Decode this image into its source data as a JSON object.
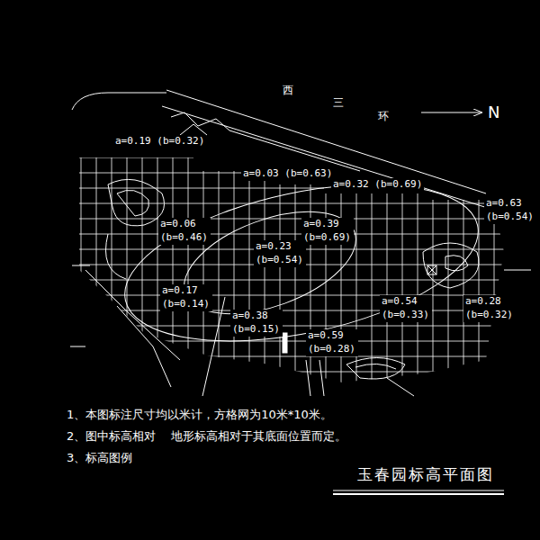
{
  "diagram": {
    "title": "玉春园标高平面图",
    "labels": [
      "西",
      "三",
      "环",
      "N",
      "a=0.19 (b=0.32)",
      "a=0.03 (b=0.63)",
      "a=0.32 (b=0.69)",
      "a=0.63 (b=0.54)",
      "a=0.06 (b=0.46)",
      "a=0.39 (b=0.69)",
      "a=0.23 (b=0.54)",
      "a=0.17 (b=0.14)",
      "a=0.38 (b=0.15)",
      "a=0.54 (b=0.33)",
      "a=0.28 (b=0.32)",
      "a=0.59 (b=0.28)",
      "1、本图标注尺寸均以米计，方格网为10米*10米。",
      "2、图中标高相对    地形标高相对于其底面位置而定。",
      "3、标高图例"
    ]
  }
}
